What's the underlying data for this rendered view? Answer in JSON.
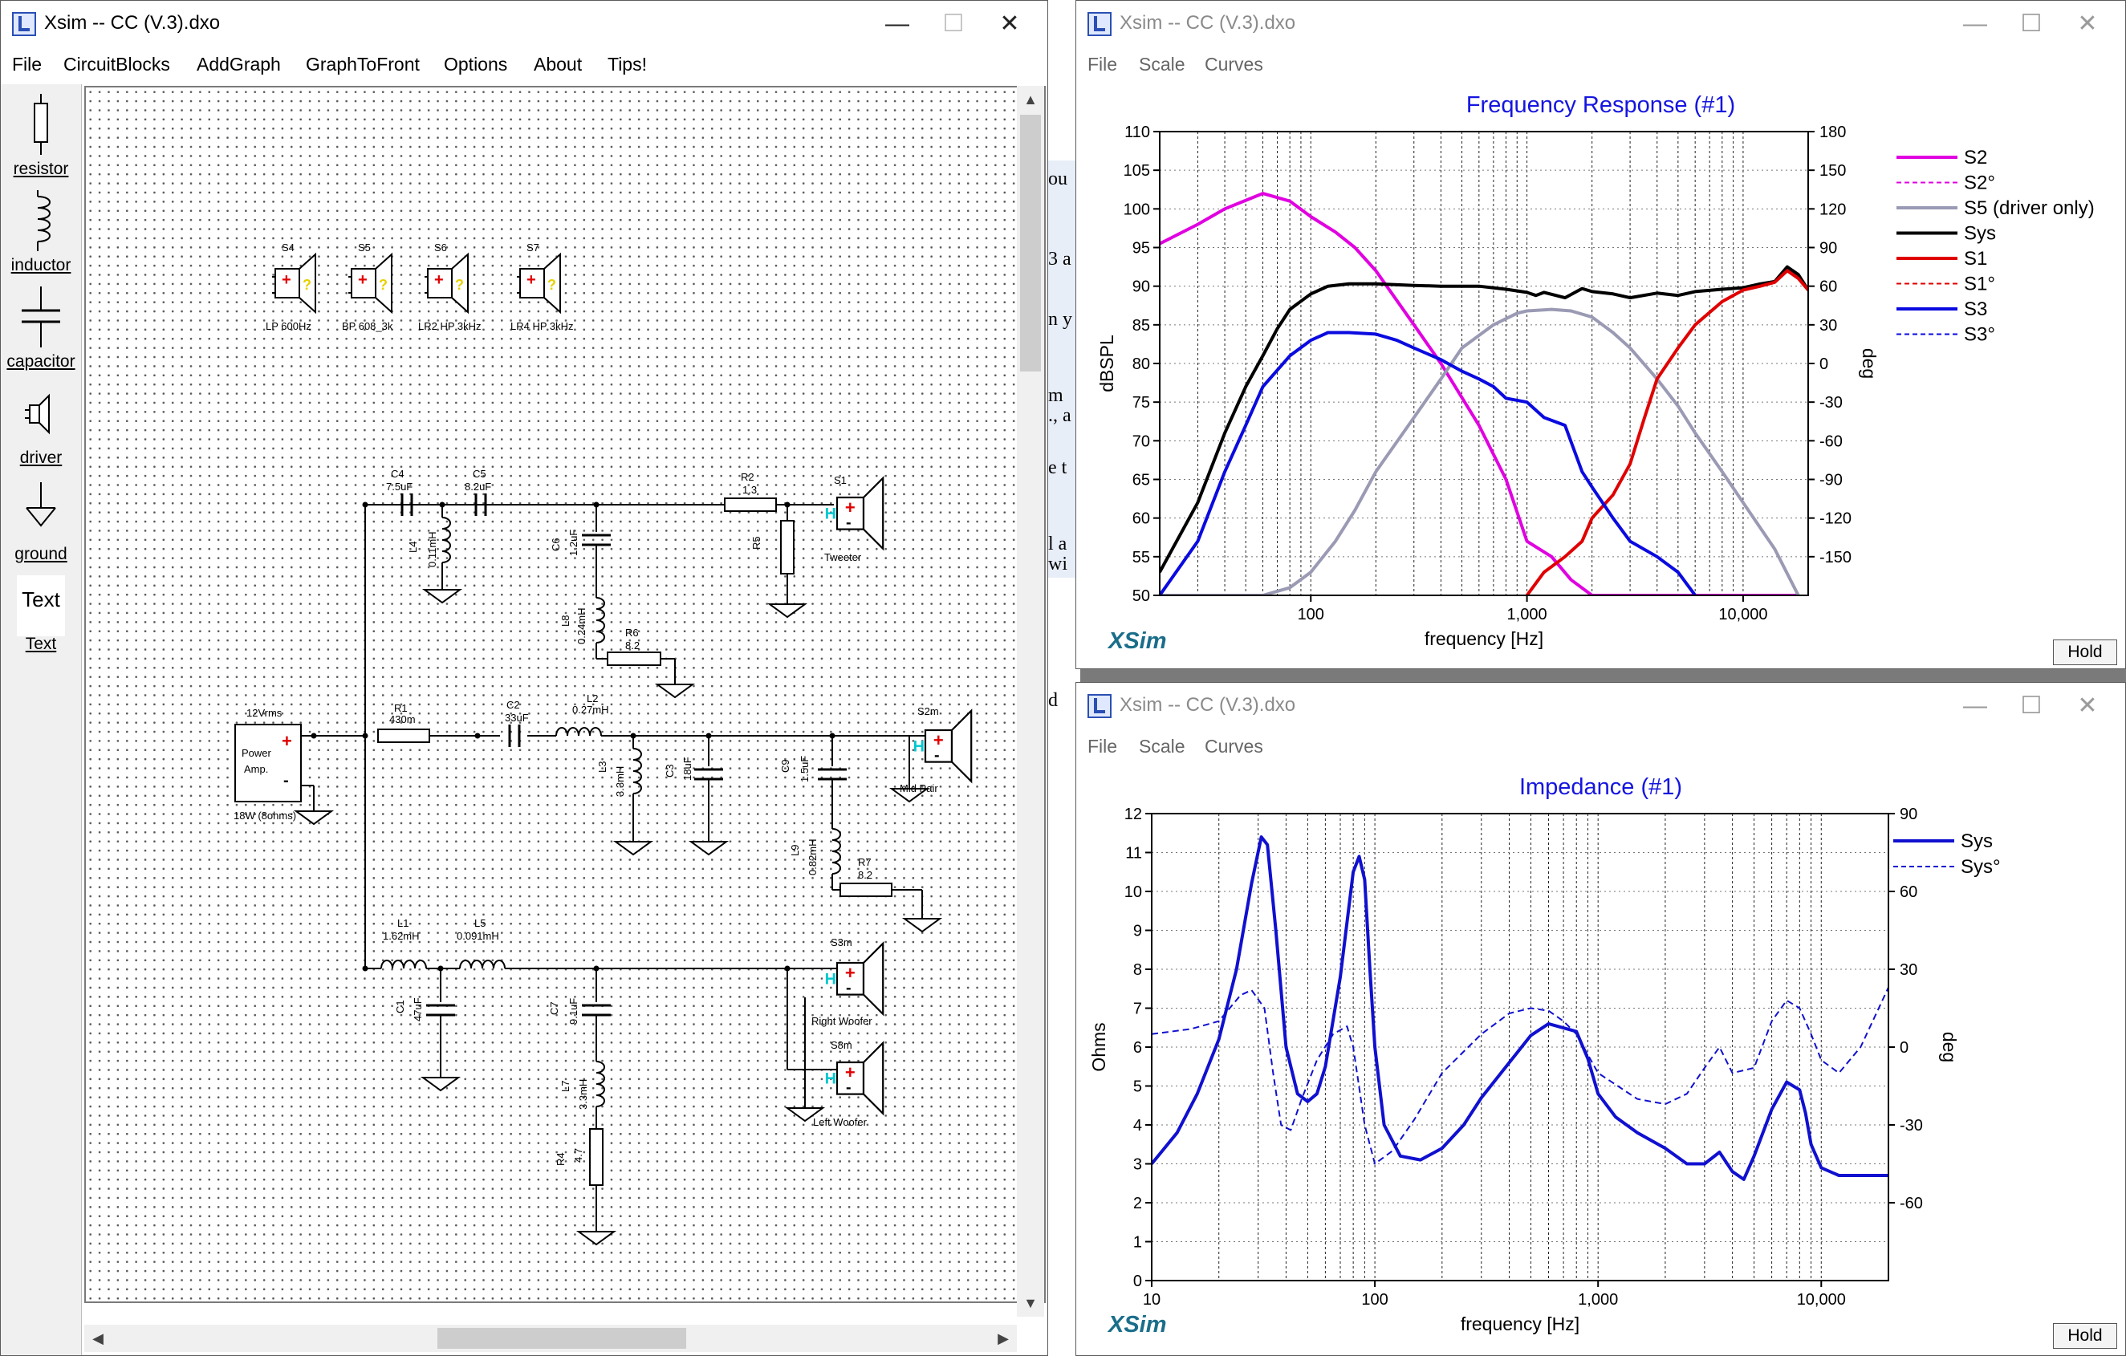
{
  "main_window": {
    "title": "Xsim -- CC (V.3).dxo",
    "menu": [
      "File",
      "CircuitBlocks",
      "AddGraph",
      "GraphToFront",
      "Options",
      "About",
      "Tips!"
    ],
    "palette": [
      {
        "label": "resistor",
        "icon": "resistor-icon"
      },
      {
        "label": "inductor",
        "icon": "inductor-icon"
      },
      {
        "label": "capacitor",
        "icon": "capacitor-icon"
      },
      {
        "label": "driver",
        "icon": "driver-icon"
      },
      {
        "label": "ground",
        "icon": "ground-icon"
      },
      {
        "label": "Text",
        "icon": "text-icon"
      }
    ]
  },
  "schematic": {
    "drivers_top": [
      {
        "name": "S4",
        "label": "LP 600Hz"
      },
      {
        "name": "S5",
        "label": "BP 608_3k"
      },
      {
        "name": "S6",
        "label": "LR2 HP 3kHz"
      },
      {
        "name": "S7",
        "label": "LR4 HP 3kHz"
      }
    ],
    "source": {
      "voltage": "12Vrms",
      "line1": "Power",
      "line2": "Amp.",
      "power": "18W (8ohms)"
    },
    "components": {
      "C4": "C4",
      "C4v": "7.5uF",
      "C5": "C5",
      "C5v": "8.2uF",
      "L4": "L4",
      "L4v": "0.11mH",
      "C6": "C6",
      "C6v": "1.2uF",
      "L8": "L8",
      "L8v": "0.24mH",
      "R6": "R6",
      "R6v": "8.2",
      "R2": "R2",
      "R2v": "1.3",
      "R5": "R5",
      "S1": "S1",
      "S1l": "Tweeter",
      "R1": "R1",
      "R1v": "430m",
      "C2": "C2",
      "C2v": "33uF",
      "L2": "L2",
      "L2v": "0.27mH",
      "L3": "L3",
      "L3v": "3.3mH",
      "C3": "C3",
      "C3v": "18uF",
      "C9": "C9",
      "C9v": "1.5uF",
      "L9": "L9",
      "L9v": "0.82mH",
      "R7": "R7",
      "R7v": "8.2",
      "S2m": "S2m",
      "S2ml": "Mid Pair",
      "L1": "L1",
      "L1v": "1.62mH",
      "L5": "L5",
      "L5v": "0.091mH",
      "C1": "C1",
      "C1v": "47uF",
      "C7": "C7",
      "C7v": "9.1uF",
      "L7": "L7",
      "L7v": "3.3mH",
      "R4": "R4",
      "R4v": "4.7",
      "S3m": "S3m",
      "S3ml": "Right Woofer",
      "S8m": "S8m",
      "S8ml": "Left Woofer"
    }
  },
  "background_text": [
    "ou",
    "3 a",
    "n y",
    "m",
    "., a",
    "e t",
    "l a",
    "wi",
    "d"
  ],
  "freq_window": {
    "title": "Xsim -- CC (V.3).dxo",
    "menu": [
      "File",
      "Scale",
      "Curves"
    ],
    "brand": "XSim",
    "hold": "Hold"
  },
  "imp_window": {
    "title": "Xsim -- CC (V.3).dxo",
    "menu": [
      "File",
      "Scale",
      "Curves"
    ],
    "brand": "XSim",
    "hold": "Hold"
  },
  "chart_data": [
    {
      "type": "line",
      "title": "Frequency Response (#1)",
      "xlabel": "frequency [Hz]",
      "ylabel": "dBSPL",
      "y2label": "deg",
      "x_scale": "log",
      "xlim": [
        20,
        20000
      ],
      "ylim": [
        50,
        110
      ],
      "y2lim": [
        -180,
        180
      ],
      "x_ticks": [
        {
          "v": 100,
          "t": "100"
        },
        {
          "v": 1000,
          "t": "1,000"
        },
        {
          "v": 10000,
          "t": "10,000"
        }
      ],
      "y_ticks": [
        50,
        55,
        60,
        65,
        70,
        75,
        80,
        85,
        90,
        95,
        100,
        105,
        110
      ],
      "y2_ticks": [
        180,
        150,
        120,
        90,
        60,
        30,
        0,
        -30,
        -60,
        -90,
        -120,
        -150
      ],
      "legend_position": "right",
      "grid": true,
      "series": [
        {
          "name": "S2",
          "color": "#e000e0",
          "dash": false,
          "axis": "left",
          "x": [
            20,
            30,
            40,
            60,
            80,
            100,
            130,
            160,
            200,
            300,
            400,
            600,
            800,
            1000,
            1300,
            1600,
            2000,
            3000,
            4000,
            5000,
            6000,
            8000,
            10000,
            14000,
            18000
          ],
          "y": [
            95.5,
            98,
            100,
            102,
            101,
            99,
            97,
            95,
            92,
            85,
            80,
            72,
            65,
            57,
            55,
            52,
            50,
            50,
            50,
            50,
            50,
            50,
            50,
            50,
            50
          ]
        },
        {
          "name": "S2°",
          "color": "#e000e0",
          "dash": true,
          "axis": "right",
          "x": [],
          "y": []
        },
        {
          "name": "S5 (driver only)",
          "color": "#9a9ab4",
          "dash": false,
          "axis": "left",
          "x": [
            20,
            40,
            60,
            80,
            100,
            130,
            160,
            200,
            300,
            400,
            500,
            700,
            900,
            1000,
            1300,
            1600,
            2000,
            2500,
            3000,
            4000,
            5000,
            6000,
            8000,
            10000,
            14000,
            18000
          ],
          "y": [
            50,
            50,
            50,
            51,
            53,
            57,
            61,
            66,
            73,
            78,
            82,
            85,
            86.5,
            86.8,
            87,
            86.8,
            86,
            84,
            82,
            78,
            74.5,
            71,
            66,
            62,
            56,
            50
          ]
        },
        {
          "name": "Sys",
          "color": "#000000",
          "dash": false,
          "axis": "left",
          "x": [
            20,
            30,
            40,
            50,
            60,
            70,
            80,
            100,
            120,
            150,
            200,
            300,
            400,
            600,
            800,
            1000,
            1100,
            1200,
            1500,
            1800,
            2000,
            2500,
            3000,
            4000,
            5000,
            6000,
            8000,
            10000,
            12000,
            14000,
            16000,
            18000,
            20000
          ],
          "y": [
            53,
            62,
            71,
            77,
            81,
            84.5,
            87,
            89,
            90,
            90.3,
            90.3,
            90.1,
            90,
            90,
            89.6,
            89.2,
            88.8,
            89.2,
            88.5,
            89.7,
            89.3,
            89,
            88.5,
            89.1,
            88.8,
            89.3,
            89.6,
            89.8,
            90.3,
            90.6,
            92.5,
            91.5,
            89.5
          ]
        },
        {
          "name": "S1",
          "color": "#e00000",
          "dash": false,
          "axis": "left",
          "x": [
            1000,
            1200,
            1500,
            1800,
            2000,
            2500,
            3000,
            3500,
            4000,
            5000,
            6000,
            8000,
            10000,
            12000,
            14000,
            16000,
            18000,
            20000
          ],
          "y": [
            50,
            53,
            55,
            57,
            60,
            63,
            67,
            73,
            78,
            82,
            85,
            88,
            89.5,
            90,
            90.5,
            92,
            91,
            89.5
          ]
        },
        {
          "name": "S1°",
          "color": "#e00000",
          "dash": true,
          "axis": "right",
          "x": [],
          "y": []
        },
        {
          "name": "S3",
          "color": "#0a0ae0",
          "dash": false,
          "axis": "left",
          "x": [
            20,
            30,
            40,
            50,
            60,
            80,
            100,
            120,
            150,
            200,
            250,
            300,
            400,
            500,
            600,
            700,
            800,
            1000,
            1200,
            1500,
            1800,
            2000,
            2500,
            3000,
            4000,
            5000,
            6000
          ],
          "y": [
            50,
            57,
            66,
            72,
            77,
            81,
            83,
            84,
            84,
            83.8,
            83,
            82,
            80.5,
            79,
            78,
            77,
            75.5,
            75,
            73,
            72,
            66,
            64,
            60,
            57,
            55,
            53,
            50
          ]
        },
        {
          "name": "S3°",
          "color": "#0a0ae0",
          "dash": true,
          "axis": "right",
          "x": [],
          "y": []
        }
      ]
    },
    {
      "type": "line",
      "title": "Impedance (#1)",
      "xlabel": "frequency [Hz]",
      "ylabel": "Ohms",
      "y2label": "deg",
      "x_scale": "log",
      "xlim": [
        10,
        20000
      ],
      "ylim": [
        0,
        12
      ],
      "y2lim": [
        -90,
        90
      ],
      "x_ticks": [
        {
          "v": 10,
          "t": "10"
        },
        {
          "v": 100,
          "t": "100"
        },
        {
          "v": 1000,
          "t": "1,000"
        },
        {
          "v": 10000,
          "t": "10,000"
        }
      ],
      "y_ticks": [
        0,
        1,
        2,
        3,
        4,
        5,
        6,
        7,
        8,
        9,
        10,
        11,
        12
      ],
      "y2_ticks": [
        90,
        60,
        30,
        0,
        -30,
        -60
      ],
      "legend_position": "right",
      "grid": true,
      "series": [
        {
          "name": "Sys",
          "color": "#1010d0",
          "dash": false,
          "axis": "left",
          "x": [
            10,
            13,
            16,
            20,
            24,
            28,
            31,
            33,
            36,
            40,
            45,
            50,
            55,
            60,
            70,
            80,
            85,
            90,
            95,
            100,
            110,
            130,
            160,
            200,
            250,
            300,
            400,
            500,
            600,
            800,
            900,
            1000,
            1200,
            1500,
            2000,
            2500,
            3000,
            3500,
            4000,
            4500,
            5000,
            6000,
            7000,
            8000,
            8500,
            9000,
            10000,
            12000,
            15000,
            20000
          ],
          "y": [
            3,
            3.8,
            4.8,
            6.2,
            8,
            10.2,
            11.4,
            11.2,
            9,
            6,
            4.8,
            4.6,
            4.8,
            5.5,
            7.8,
            10.5,
            10.9,
            10.3,
            8,
            6,
            4,
            3.2,
            3.1,
            3.4,
            4,
            4.7,
            5.6,
            6.3,
            6.6,
            6.4,
            5.7,
            4.8,
            4.2,
            3.8,
            3.4,
            3,
            3,
            3.3,
            2.8,
            2.6,
            3.2,
            4.4,
            5.1,
            4.9,
            4.3,
            3.5,
            2.9,
            2.7,
            2.7,
            2.7
          ]
        },
        {
          "name": "Sys°",
          "color": "#1010d0",
          "dash": true,
          "axis": "right",
          "x": [
            10,
            15,
            20,
            25,
            28,
            32,
            35,
            38,
            42,
            47,
            55,
            65,
            75,
            80,
            90,
            100,
            120,
            150,
            200,
            300,
            400,
            500,
            600,
            700,
            800,
            1000,
            1500,
            2000,
            2500,
            3000,
            3500,
            4000,
            5000,
            6000,
            7000,
            8000,
            9000,
            10000,
            12000,
            15000,
            20000
          ],
          "y": [
            5,
            7,
            10,
            20,
            22,
            15,
            -10,
            -30,
            -32,
            -20,
            -5,
            5,
            8,
            0,
            -30,
            -45,
            -40,
            -28,
            -10,
            5,
            13,
            15,
            14,
            10,
            5,
            -10,
            -20,
            -22,
            -18,
            -8,
            0,
            -10,
            -8,
            10,
            18,
            15,
            5,
            -5,
            -10,
            0,
            23
          ]
        }
      ]
    }
  ]
}
